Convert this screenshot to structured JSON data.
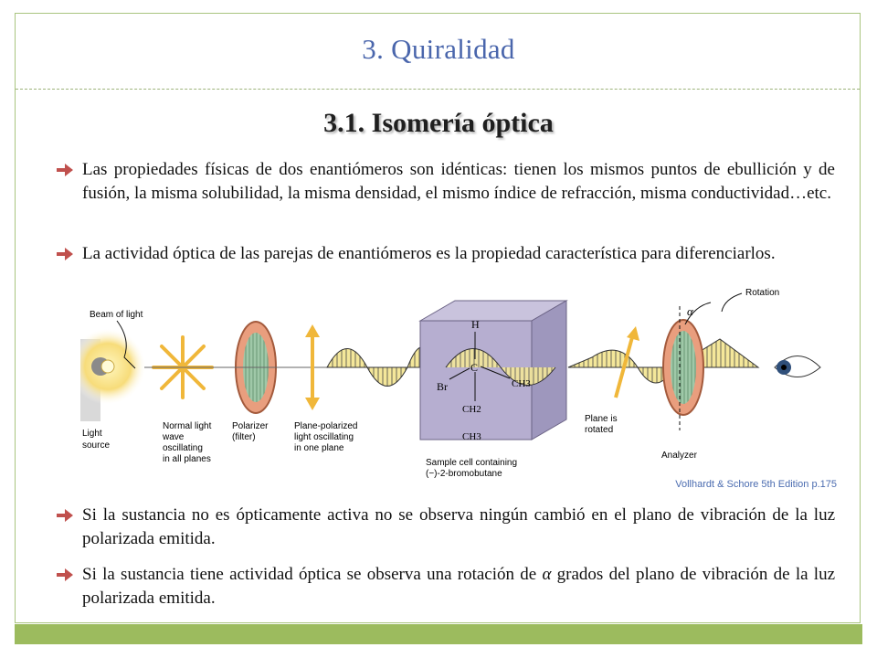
{
  "slide": {
    "title": "3. Quiralidad",
    "subtitle": "3.1. Isomería óptica",
    "bullets": [
      "Las propiedades físicas de dos enantiómeros son idénticas: tienen los mismos puntos de ebullición y de fusión, la misma solubilidad, la misma densidad, el mismo índice de refracción, misma conductividad…etc.",
      "La actividad óptica de las parejas de enantiómeros es la propiedad característica para diferenciarlos.",
      "Si la sustancia no es ópticamente activa no se observa ningún cambió en el plano de vibración de la luz polarizada emitida."
    ],
    "bullet4": {
      "before": "Si la sustancia tiene actividad óptica se observa una rotación de ",
      "alpha": "α",
      "after": " grados del plano de vibración de la luz polarizada emitida."
    },
    "bullet_icon": "right-arrow-icon",
    "accent_color": "#9cbb5e",
    "title_color": "#4a66ac",
    "arrow_color": "#c0504d"
  },
  "figure": {
    "caption": "Vollhardt & Schore 5th Edition p.175",
    "labels": {
      "beam": "Beam of light",
      "light_source_1": "Light",
      "light_source_2": "source",
      "normal_1": "Normal light",
      "normal_2": "wave",
      "normal_3": "oscillating",
      "normal_4": "in all planes",
      "polarizer_1": "Polarizer",
      "polarizer_2": "(filter)",
      "plane_pol_1": "Plane-polarized",
      "plane_pol_2": "light oscillating",
      "plane_pol_3": "in one plane",
      "sample_1": "Sample cell containing",
      "sample_2": "(−)-2-bromobutane",
      "rotated_1": "Plane is",
      "rotated_2": "rotated",
      "analyzer": "Analyzer",
      "rotation": "Rotation",
      "alpha": "α",
      "atom_h": "H",
      "atom_c": "C",
      "atom_br": "Br",
      "atom_ch3_right": "CH3",
      "atom_ch2": "CH2",
      "atom_ch3_bottom": "CH3"
    }
  }
}
